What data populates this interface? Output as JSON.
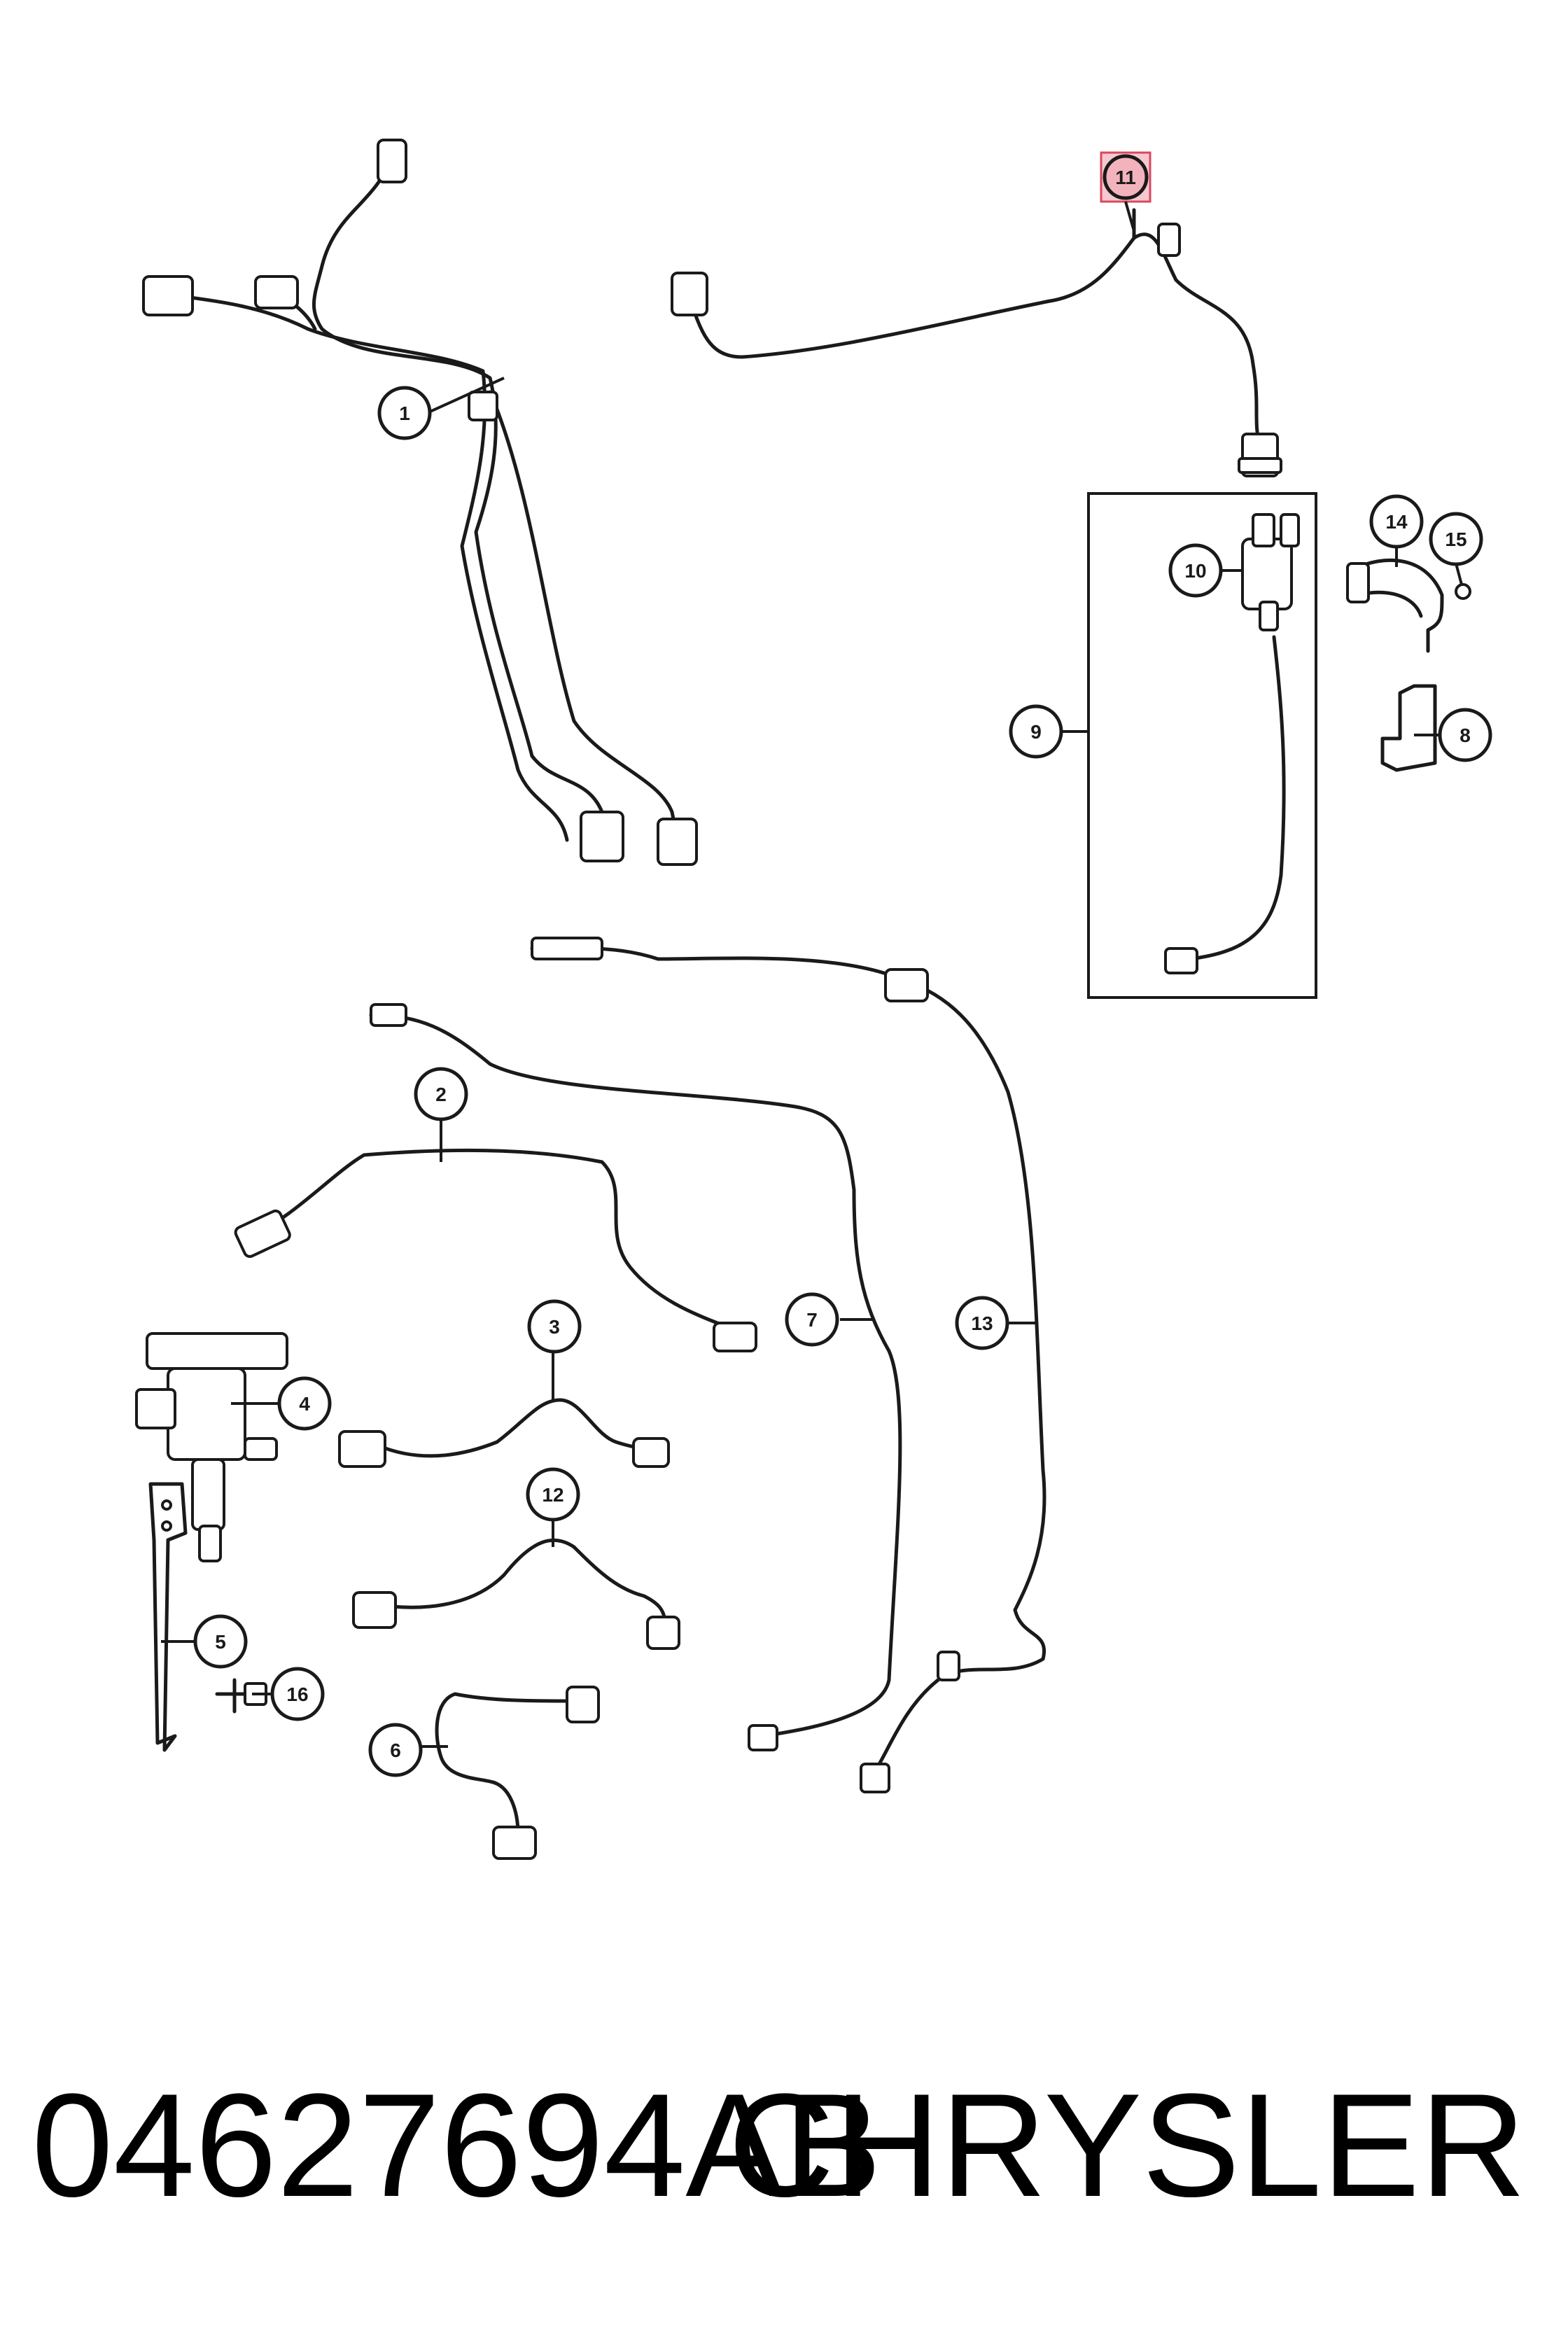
{
  "diagram": {
    "highlighted_callout": "11",
    "callouts": [
      {
        "id": "c1",
        "label": "1"
      },
      {
        "id": "c2",
        "label": "2"
      },
      {
        "id": "c3",
        "label": "3"
      },
      {
        "id": "c4",
        "label": "4"
      },
      {
        "id": "c5",
        "label": "5"
      },
      {
        "id": "c6",
        "label": "6"
      },
      {
        "id": "c7",
        "label": "7"
      },
      {
        "id": "c8",
        "label": "8"
      },
      {
        "id": "c9",
        "label": "9"
      },
      {
        "id": "c10",
        "label": "10"
      },
      {
        "id": "c11",
        "label": "11"
      },
      {
        "id": "c12",
        "label": "12"
      },
      {
        "id": "c13",
        "label": "13"
      },
      {
        "id": "c14",
        "label": "14"
      },
      {
        "id": "c15",
        "label": "15"
      },
      {
        "id": "c16",
        "label": "16"
      }
    ]
  },
  "caption": {
    "part_number": "04627694AB",
    "brand": "CHRYSLER"
  },
  "colors": {
    "line": "#1a1a1a",
    "highlight_fill": "#f3b3bd",
    "highlight_border": "#d9485f",
    "background": "#ffffff"
  }
}
